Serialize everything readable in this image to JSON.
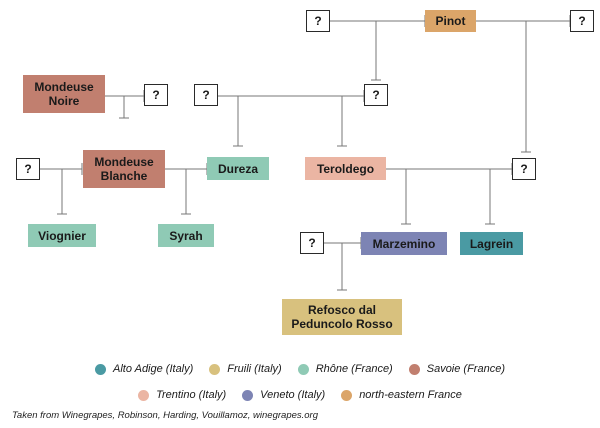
{
  "nodes": {
    "q_top_left": "?",
    "pinot": "Pinot",
    "q_top_right": "?",
    "mondeuse_noire": "Mondeuse\nNoire",
    "q_mondeuse_noire": "?",
    "q_dureza": "?",
    "q_teroldego": "?",
    "q_viognier": "?",
    "mondeuse_blanche": "Mondeuse\nBlanche",
    "dureza": "Dureza",
    "teroldego": "Teroldego",
    "q_lagrein": "?",
    "viognier": "Viognier",
    "syrah": "Syrah",
    "q_refosco": "?",
    "marzemino": "Marzemino",
    "lagrein": "Lagrein",
    "refosco": "Refosco dal\nPeduncolo Rosso"
  },
  "colors": {
    "alto_adige": "#4a9aa3",
    "friuli": "#d8c17e",
    "rhone": "#8fcab5",
    "savoie": "#c17f6f",
    "trentino": "#ebb5a3",
    "veneto": "#7d84b4",
    "ne_france": "#dba569",
    "line": "#777777"
  },
  "legend": {
    "row1": [
      {
        "label": "Alto Adige (Italy)",
        "color": "#4a9aa3"
      },
      {
        "label": "Fruili (Italy)",
        "color": "#d8c17e"
      },
      {
        "label": "Rhône (France)",
        "color": "#8fcab5"
      },
      {
        "label": "Savoie (France)",
        "color": "#c17f6f"
      }
    ],
    "row2": [
      {
        "label": "Trentino (Italy)",
        "color": "#ebb5a3"
      },
      {
        "label": "Veneto (Italy)",
        "color": "#7d84b4"
      },
      {
        "label": "north-eastern France",
        "color": "#dba569"
      }
    ]
  },
  "source": "Taken from Winegrapes, Robinson, Harding, Vouillamoz, winegrapes.org"
}
